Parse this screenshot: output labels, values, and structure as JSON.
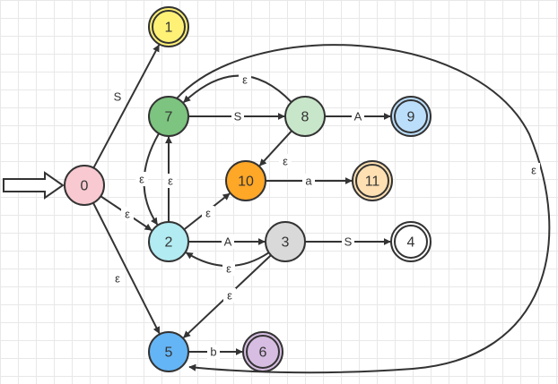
{
  "states": [
    {
      "id": "0",
      "label": "0",
      "color": "#f8c9d0",
      "accepting": false
    },
    {
      "id": "1",
      "label": "1",
      "color": "#fff176",
      "accepting": true
    },
    {
      "id": "2",
      "label": "2",
      "color": "#b2ebf2",
      "accepting": false
    },
    {
      "id": "3",
      "label": "3",
      "color": "#d9d9d9",
      "accepting": false
    },
    {
      "id": "4",
      "label": "4",
      "color": "#ffffff",
      "accepting": true
    },
    {
      "id": "5",
      "label": "5",
      "color": "#64b5f6",
      "accepting": false
    },
    {
      "id": "6",
      "label": "6",
      "color": "#d7bde2",
      "accepting": true
    },
    {
      "id": "7",
      "label": "7",
      "color": "#7cc47f",
      "accepting": false
    },
    {
      "id": "8",
      "label": "8",
      "color": "#c8e6c9",
      "accepting": false
    },
    {
      "id": "9",
      "label": "9",
      "color": "#bbdefb",
      "accepting": true
    },
    {
      "id": "10",
      "label": "10",
      "color": "#ffa726",
      "accepting": false
    },
    {
      "id": "11",
      "label": "11",
      "color": "#ffe0b2",
      "accepting": true
    }
  ],
  "transitions": [
    {
      "from": "0",
      "to": "1",
      "label": "S"
    },
    {
      "from": "0",
      "to": "2",
      "label": "ε"
    },
    {
      "from": "0",
      "to": "5",
      "label": "ε"
    },
    {
      "from": "7",
      "to": "2",
      "label": "ε"
    },
    {
      "from": "2",
      "to": "7",
      "label": "ε"
    },
    {
      "from": "2",
      "to": "10",
      "label": "ε"
    },
    {
      "from": "2",
      "to": "3",
      "label": "A"
    },
    {
      "from": "3",
      "to": "2",
      "label": "ε"
    },
    {
      "from": "3",
      "to": "4",
      "label": "S"
    },
    {
      "from": "3",
      "to": "5",
      "label": "ε"
    },
    {
      "from": "5",
      "to": "6",
      "label": "b"
    },
    {
      "from": "7",
      "to": "8",
      "label": "S"
    },
    {
      "from": "8",
      "to": "7",
      "label": "ε"
    },
    {
      "from": "8",
      "to": "9",
      "label": "A"
    },
    {
      "from": "8",
      "to": "10",
      "label": "ε"
    },
    {
      "from": "10",
      "to": "11",
      "label": "a"
    },
    {
      "from": "7",
      "to": "5",
      "label": "ε"
    }
  ],
  "start_state": "0",
  "colors": {
    "edge": "#333333",
    "border": "#333333",
    "grid": "#e8e8e8"
  }
}
